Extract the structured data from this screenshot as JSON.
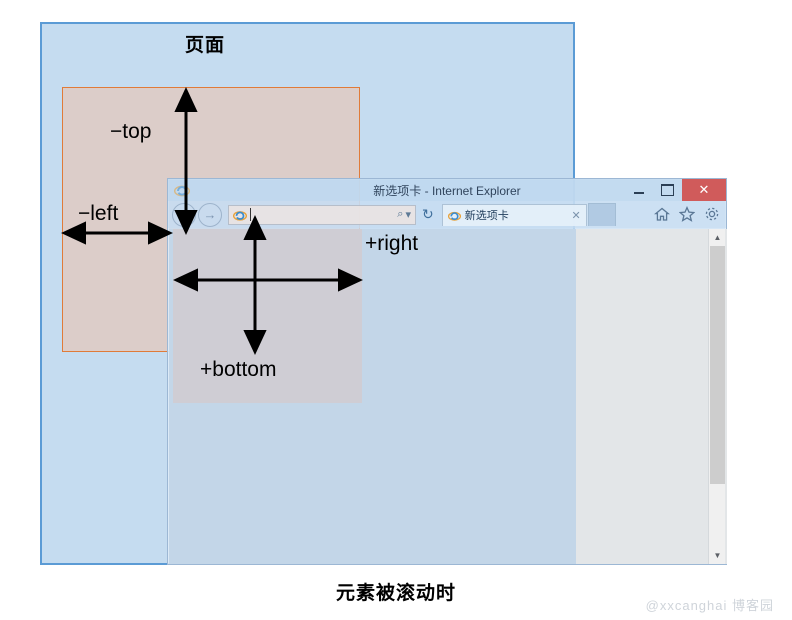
{
  "diagram": {
    "page_label": "页面",
    "caption": "元素被滚动时",
    "watermark": "@xxcanghai 博客园",
    "annotations": [
      {
        "key": "top",
        "label": "−top",
        "arrow": "vertical-up"
      },
      {
        "key": "left",
        "label": "−left",
        "arrow": "horizontal-double"
      },
      {
        "key": "right",
        "label": "+right",
        "arrow": "horizontal-double"
      },
      {
        "key": "bottom",
        "label": "+bottom",
        "arrow": "vertical-down"
      }
    ],
    "colors": {
      "page_fill": "#c5dcf0",
      "page_border": "#5b9bd5",
      "element_fill": "#ddcbc6",
      "element_border": "#e07b39",
      "arrow": "#000000",
      "close_button": "#d05b5b",
      "content_background": "#e3e6e8"
    }
  },
  "browser": {
    "title": "新选项卡 - Internet Explorer",
    "window_controls": {
      "minimize": "–",
      "maximize": "□",
      "close": "✕"
    },
    "toolbar": {
      "back": "◀",
      "forward": "▶",
      "address_value": "",
      "address_placeholder": "",
      "search_glyph": "⌕",
      "dropdown_glyph": "▾",
      "refresh_glyph": "↻"
    },
    "tabs": [
      {
        "label": "新选项卡",
        "close": "✕"
      }
    ],
    "new_tab_button": "",
    "tool_icons": [
      "home-icon",
      "favorites-star-icon",
      "settings-gear-icon"
    ],
    "scrollbar": {
      "up_arrow": "▲",
      "down_arrow": "▼"
    }
  }
}
